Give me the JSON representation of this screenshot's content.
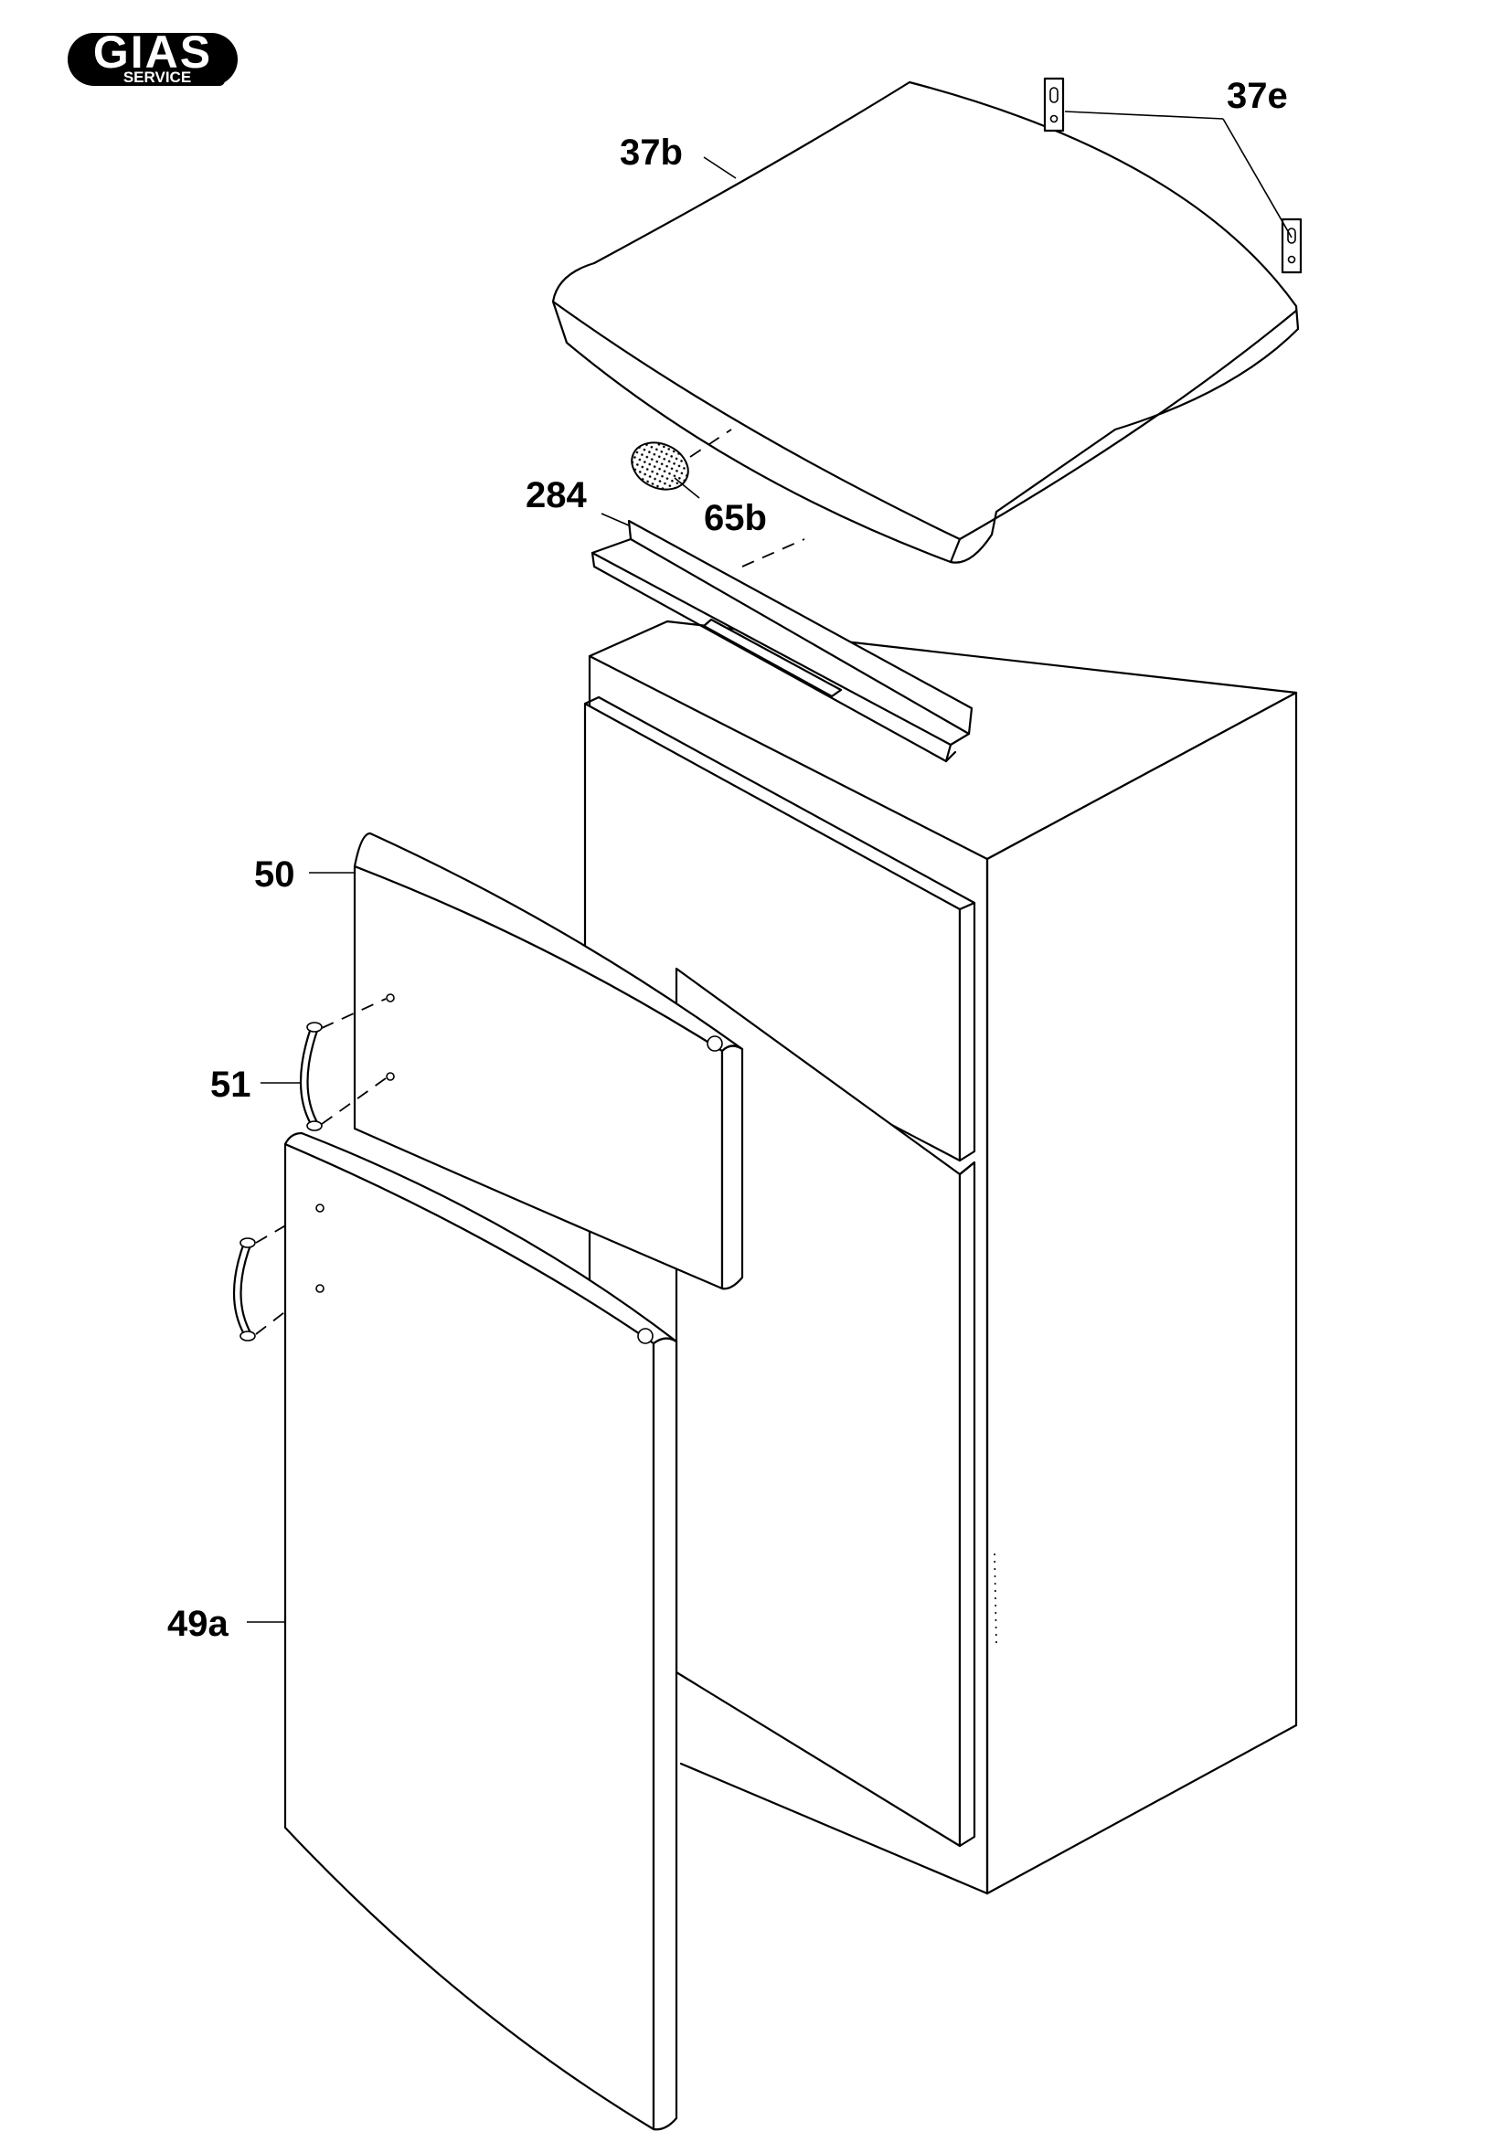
{
  "logo": {
    "name": "GIAS",
    "subtitle": "SERVICE"
  },
  "callouts": [
    {
      "id": "37b",
      "label": "37b"
    },
    {
      "id": "37e",
      "label": "37e"
    },
    {
      "id": "284",
      "label": "284"
    },
    {
      "id": "65b",
      "label": "65b"
    },
    {
      "id": "50",
      "label": "50"
    },
    {
      "id": "51",
      "label": "51"
    },
    {
      "id": "49a",
      "label": "49a"
    }
  ],
  "colors": {
    "line": "#000000",
    "background": "#ffffff"
  }
}
